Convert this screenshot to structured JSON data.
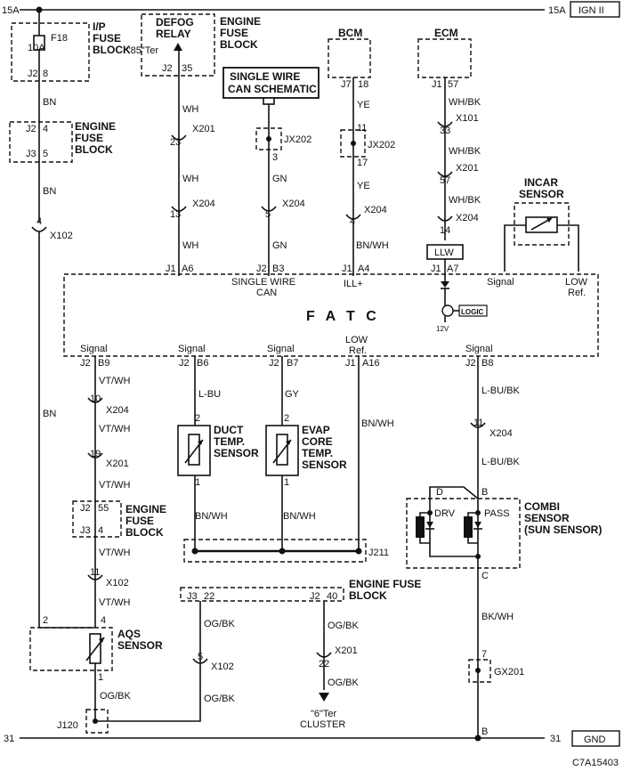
{
  "power": {
    "left": "15A",
    "right": "15A",
    "badge": "IGN II"
  },
  "ground": {
    "left": "31",
    "right": "31",
    "badge": "GND"
  },
  "figure_code": "C7A15403",
  "ip_fuse": {
    "fuse": "F18",
    "rating": "10A",
    "title1": "I/P",
    "title2": "FUSE",
    "title3": "BLOCK",
    "conn": "J2",
    "pin": "8"
  },
  "engine_fuse_top": {
    "title1": "ENGINE",
    "title2": "FUSE",
    "title3": "BLOCK",
    "conn_a": "J2",
    "pin_a": "4",
    "conn_b": "J3",
    "pin_b": "5"
  },
  "defog": {
    "title1": "DEFOG",
    "title2": "RELAY",
    "ter": "\"85\"Ter",
    "conn": "J2",
    "pin": "35"
  },
  "engine_fuse_defog": {
    "title1": "ENGINE",
    "title2": "FUSE",
    "title3": "BLOCK"
  },
  "can_box": {
    "line1": "SINGLE WIRE",
    "line2": "CAN SCHEMATIC"
  },
  "bcm": {
    "title": "BCM",
    "conn": "J7",
    "pin": "18"
  },
  "ecm": {
    "title": "ECM",
    "conn": "J1",
    "pin": "57"
  },
  "incar": {
    "title1": "INCAR",
    "title2": "SENSOR"
  },
  "wires": {
    "bn1": "BN",
    "bn2": "BN",
    "bn3": "BN",
    "wh1": "WH",
    "wh2": "WH",
    "wh3": "WH",
    "gn1": "GN",
    "gn2": "GN",
    "ye1": "YE",
    "ye2": "YE",
    "bnwh_bcm": "BN/WH",
    "whbk1": "WH/BK",
    "whbk2": "WH/BK",
    "whbk3": "WH/BK",
    "vtwh1": "VT/WH",
    "vtwh2": "VT/WH",
    "vtwh3": "VT/WH",
    "vtwh4": "VT/WH",
    "vtwh5": "VT/WH",
    "lbu": "L-BU",
    "gy": "GY",
    "bnwh1": "BN/WH",
    "bnwh2": "BN/WH",
    "bnwh3": "BN/WH",
    "lbubk1": "L-BU/BK",
    "lbubk2": "L-BU/BK",
    "bkwh": "BK/WH",
    "ogbk1": "OG/BK",
    "ogbk2": "OG/BK",
    "ogbk3": "OG/BK",
    "ogbk4": "OG/BK",
    "ogbk5": "OG/BK"
  },
  "connectors": {
    "x102a": "X102",
    "x102a_pin": "4",
    "x201a": "X201",
    "x201a_pin": "23",
    "x204a": "X204",
    "x204a_pin": "13",
    "jx202a": "JX202",
    "jx202a_pin": "3",
    "x204b": "X204",
    "x204b_pin": "5",
    "jx202b": "JX202",
    "jx202b_pin1": "11",
    "jx202b_pin2": "17",
    "x204c": "X204",
    "x204c_pin": "4",
    "x101": "X101",
    "x101_pin": "33",
    "x201b": "X201",
    "x201b_pin": "57",
    "x204d": "X204",
    "x204d_pin": "14",
    "x204e": "X204",
    "x204e_pin": "10",
    "x201c": "X201",
    "x201c_pin": "19",
    "x102b": "X102",
    "x102b_pin": "11",
    "x204f": "X204",
    "x204f_pin": "11",
    "x102c": "X102",
    "x102c_pin": "5",
    "x201d": "X201",
    "x201d_pin": "22",
    "j211": "J211",
    "j120": "J120",
    "gx201": "GX201",
    "gx201_pin": "7"
  },
  "llw": "LLW",
  "fatc": {
    "title": "F A T C",
    "top_pins": [
      {
        "conn": "J1",
        "pin": "A6"
      },
      {
        "conn": "J2",
        "pin": "B3"
      },
      {
        "conn": "J1",
        "pin": "A4"
      },
      {
        "conn": "J1",
        "pin": "A7"
      }
    ],
    "top_labels": {
      "can1": "SINGLE WIRE",
      "can2": "CAN",
      "ill": "ILL+",
      "signal": "Signal",
      "low1": "LOW",
      "low2": "Ref."
    },
    "logic": "LOGIC",
    "volt": "12V",
    "bottom_pins": [
      {
        "label": "Signal",
        "conn": "J2",
        "pin": "B9"
      },
      {
        "label": "Signal",
        "conn": "J2",
        "pin": "B6"
      },
      {
        "label": "Signal",
        "conn": "J2",
        "pin": "B7"
      },
      {
        "label1": "LOW",
        "label2": "Ref.",
        "conn": "J1",
        "pin": "A16"
      },
      {
        "label": "Signal",
        "conn": "J2",
        "pin": "B8"
      }
    ]
  },
  "duct": {
    "t1": "DUCT",
    "t2": "TEMP.",
    "t3": "SENSOR",
    "pin_top": "2",
    "pin_bot": "1"
  },
  "evap": {
    "t1": "EVAP",
    "t2": "CORE",
    "t3": "TEMP.",
    "t4": "SENSOR",
    "pin_top": "2",
    "pin_bot": "1"
  },
  "engine_fuse_mid": {
    "title1": "ENGINE",
    "title2": "FUSE",
    "title3": "BLOCK",
    "conn_a": "J2",
    "pin_a": "55",
    "conn_b": "J3",
    "pin_b": "4"
  },
  "engine_fuse_bottom": {
    "title1": "ENGINE FUSE",
    "title2": "BLOCK",
    "conn_a": "J3",
    "pin_a": "22",
    "conn_b": "J2",
    "pin_b": "40"
  },
  "aqs": {
    "t1": "AQS",
    "t2": "SENSOR",
    "pin2": "2",
    "pin4": "4",
    "pin1": "1"
  },
  "cluster": {
    "ter": "\"6\"Ter",
    "name": "CLUSTER"
  },
  "combi": {
    "t1": "COMBI",
    "t2": "SENSOR",
    "t3": "(SUN SENSOR)",
    "d": "D",
    "b": "B",
    "c": "C",
    "drv": "DRV",
    "pass": "PASS",
    "b_gnd": "B"
  }
}
